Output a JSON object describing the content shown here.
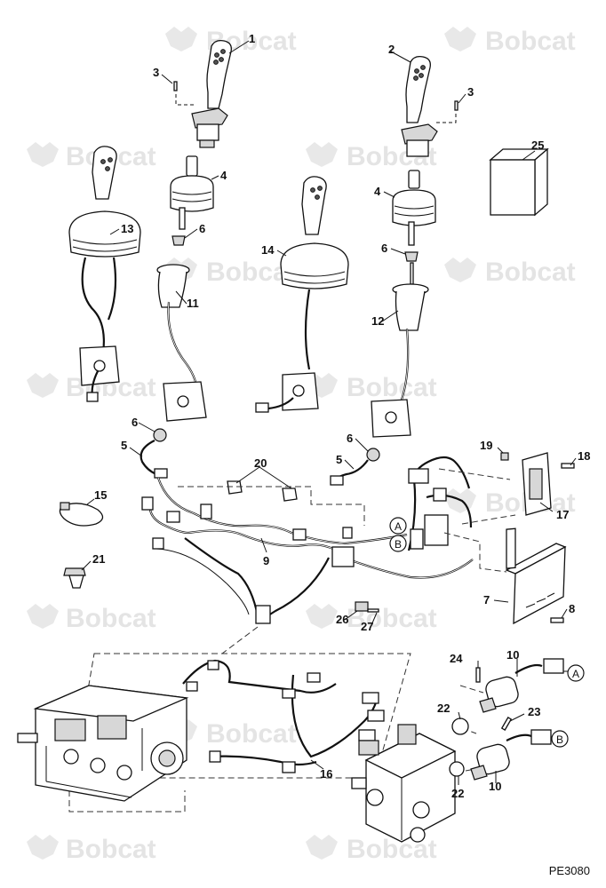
{
  "watermark": "Bobcat",
  "page_ref": "PE3080",
  "callouts": {
    "c1": "1",
    "c2": "2",
    "c3a": "3",
    "c3b": "3",
    "c4a": "4",
    "c4b": "4",
    "c5a": "5",
    "c5b": "5",
    "c6a": "6",
    "c6b": "6",
    "c6c": "6",
    "c6d": "6",
    "c7": "7",
    "c8": "8",
    "c9": "9",
    "c10a": "10",
    "c10b": "10",
    "c11": "11",
    "c12": "12",
    "c13": "13",
    "c14": "14",
    "c15": "15",
    "c16": "16",
    "c17": "17",
    "c18": "18",
    "c19": "19",
    "c20": "20",
    "c21": "21",
    "c22a": "22",
    "c22b": "22",
    "c23": "23",
    "c24": "24",
    "c25": "25",
    "c26": "26",
    "c27": "27"
  },
  "connectors": {
    "a1": "A",
    "b1": "B",
    "a2": "A",
    "b2": "B"
  }
}
